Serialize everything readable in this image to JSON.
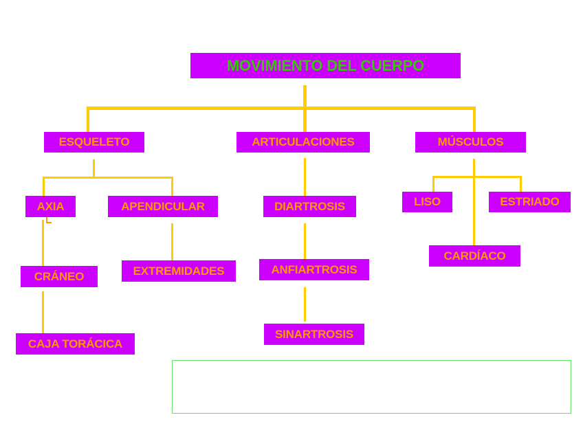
{
  "diagram": {
    "root": "MOVIMIENTO DEL CUERPO",
    "branches": {
      "esqueleto": {
        "label": "ESQUELETO",
        "axia": {
          "label": "AXIA",
          "children": [
            "CRÁNEO",
            "CAJA TORÁCICA"
          ]
        },
        "apendicular": {
          "label": "APENDICULAR",
          "children": [
            "EXTREMIDADES"
          ]
        }
      },
      "articulaciones": {
        "label": "ARTICULACIONES",
        "children": [
          "DIARTROSIS",
          "ANFIARTROSIS",
          "SINARTROSIS"
        ]
      },
      "musculos": {
        "label": "MÚSCULOS",
        "children": [
          "LISO",
          "ESTRIADO",
          "CARDÍACO"
        ]
      }
    }
  },
  "colors": {
    "node_fill": "#cc00ff",
    "node_text": "#ff9900",
    "root_text": "#33cc00",
    "connector": "#ffcc00",
    "note_border": "#66e066"
  }
}
